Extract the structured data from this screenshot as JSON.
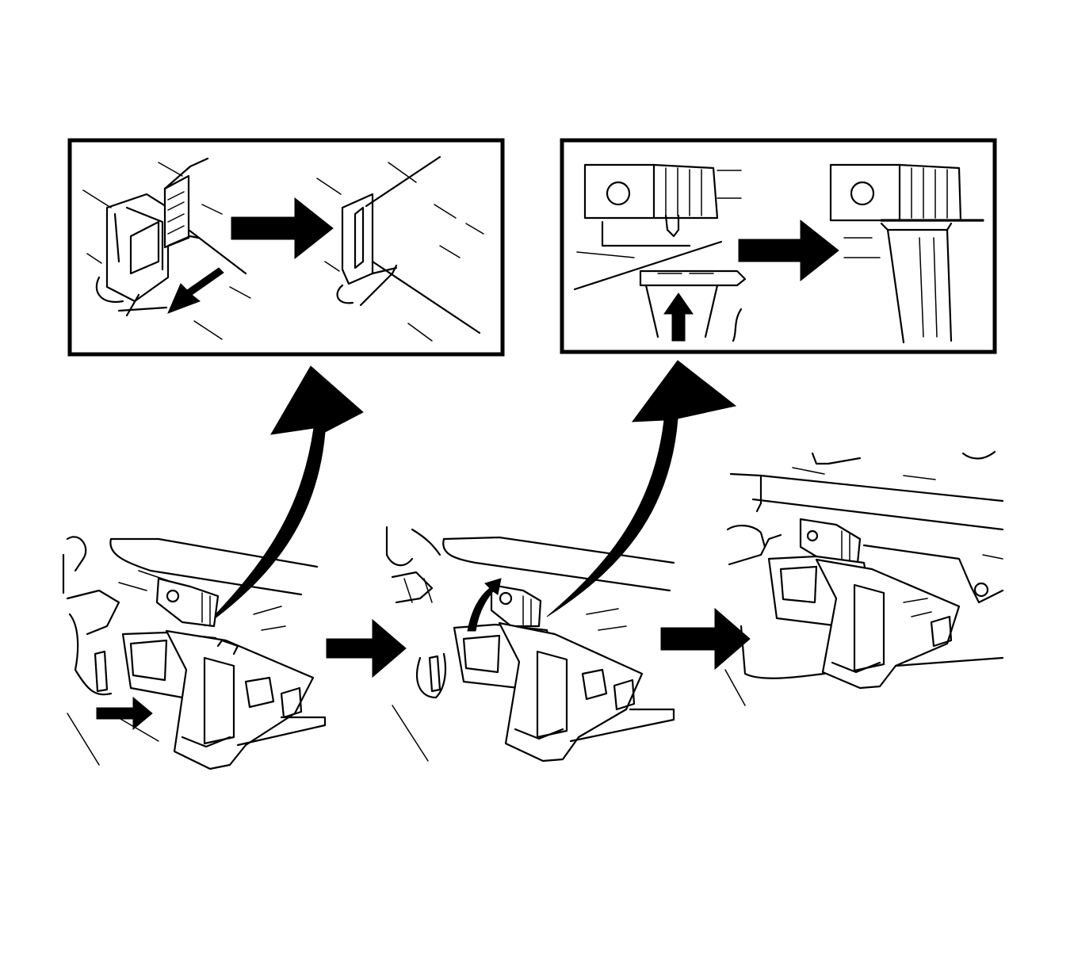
{
  "figure": {
    "type": "installation-procedure-diagram",
    "caption": "",
    "colors": {
      "line": "#000000",
      "background": "#ffffff"
    },
    "steps": [
      {
        "id": "step-1",
        "icon": "bracket-slide-in-arrow"
      },
      {
        "id": "step-2",
        "icon": "bracket-rotate-up-arrow"
      },
      {
        "id": "step-3",
        "icon": "bracket-installed"
      }
    ],
    "detail_views": [
      {
        "id": "detail-tab-engagement",
        "icon": "tab-slot-engage"
      },
      {
        "id": "detail-lock-engagement",
        "icon": "lock-clip-engage"
      }
    ]
  }
}
